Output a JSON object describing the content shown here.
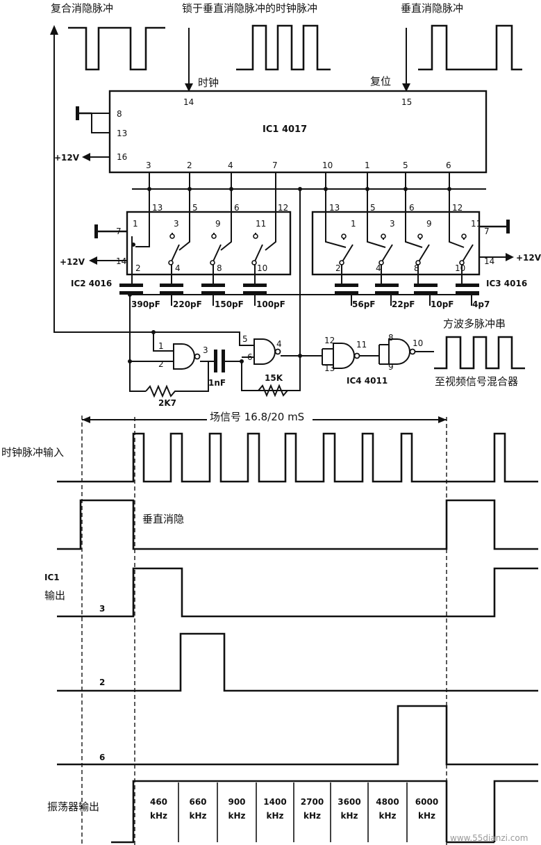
{
  "top_labels": {
    "composite_blank": "复合消隐脉冲",
    "clock_locked": "锁于垂直消隐脉冲的时钟脉冲",
    "vertical_blank": "垂直消隐脉冲",
    "clock_pin_label": "时钟",
    "reset_pin_label": "复位"
  },
  "ic1": {
    "name": "IC1 4017",
    "left_pins": [
      "8",
      "13",
      "16"
    ],
    "top_pins": [
      "14",
      "15"
    ],
    "bottom_pins": [
      "3",
      "2",
      "4",
      "7",
      "10",
      "1",
      "5",
      "6"
    ],
    "supply": "+12V"
  },
  "ic2": {
    "name": "IC2 4016",
    "control_pins": [
      "13",
      "5",
      "6",
      "12"
    ],
    "in_pins": [
      "1",
      "3",
      "9",
      "11"
    ],
    "out_pins": [
      "2",
      "4",
      "8",
      "10"
    ],
    "side_pins": [
      "7",
      "14"
    ],
    "supply": "+12V"
  },
  "ic3": {
    "name": "IC3 4016",
    "control_pins": [
      "13",
      "5",
      "6",
      "12"
    ],
    "in_pins": [
      "1",
      "3",
      "9",
      "11"
    ],
    "out_pins": [
      "2",
      "4",
      "8",
      "10"
    ],
    "side_pins": [
      "7",
      "14"
    ],
    "supply": "+12V"
  },
  "capacitors_left": [
    "390pF",
    "220pF",
    "150pF",
    "100pF"
  ],
  "capacitors_right": [
    "56pF",
    "22pF",
    "10pF",
    "4p7"
  ],
  "oscillator": {
    "gate1_pins": [
      "1",
      "2",
      "3"
    ],
    "gate2_pins": [
      "5",
      "6",
      "4"
    ],
    "gate3_pins": [
      "12",
      "13",
      "11"
    ],
    "gate4_pins": [
      "8",
      "9",
      "10"
    ],
    "r1": "2K7",
    "c1": "1nF",
    "r2": "15K",
    "ic4": "IC4 4011"
  },
  "output_labels": {
    "burst": "方波多脉冲串",
    "to_mixer": "至视频信号混合器"
  },
  "timing": {
    "field_signal": "场信号 16.8/20 mS",
    "clock_input": "时钟脉冲输入",
    "vertical_blank": "垂直消隐",
    "ic1_output_line1": "IC1",
    "ic1_output_line2": "输出",
    "trace_3": "3",
    "trace_2": "2",
    "trace_6": "6",
    "osc_output": "振荡器输出",
    "frequencies": [
      {
        "value": "460",
        "unit": "kHz"
      },
      {
        "value": "660",
        "unit": "kHz"
      },
      {
        "value": "900",
        "unit": "kHz"
      },
      {
        "value": "1400",
        "unit": "kHz"
      },
      {
        "value": "2700",
        "unit": "kHz"
      },
      {
        "value": "3600",
        "unit": "kHz"
      },
      {
        "value": "4800",
        "unit": "kHz"
      },
      {
        "value": "6000",
        "unit": "kHz"
      }
    ]
  },
  "watermark": "www.55dianzi.com"
}
